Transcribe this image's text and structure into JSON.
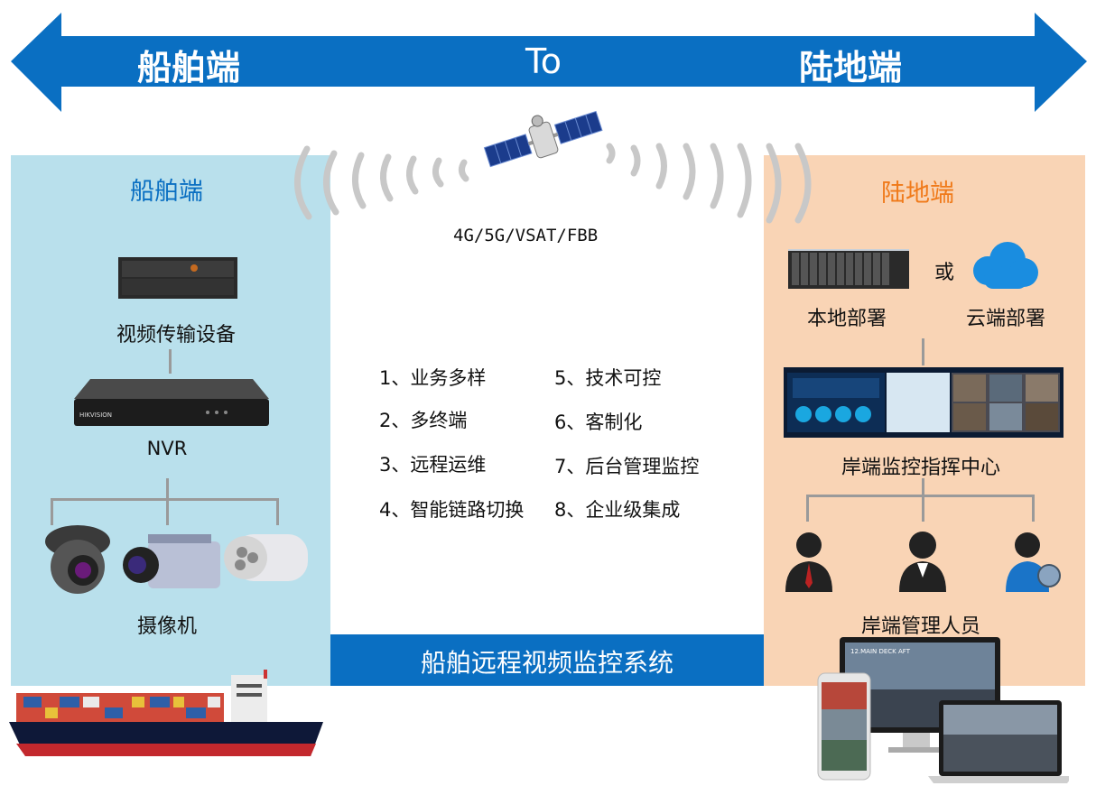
{
  "arrow": {
    "left": "船舶端",
    "center": "To",
    "right": "陆地端",
    "color": "#0a6fc2"
  },
  "link": "4G/5G/VSAT/FBB",
  "ship_panel": {
    "title": "船舶端",
    "items": [
      "视频传输设备",
      "NVR",
      "摄像机"
    ],
    "bg": "#b9e0ec"
  },
  "shore_panel": {
    "title": "陆地端",
    "or_text": "或",
    "deploy": [
      "本地部署",
      "云端部署"
    ],
    "center": "岸端监控指挥中心",
    "staff": "岸端管理人员",
    "bg": "#f9d4b5"
  },
  "features": [
    "1、业务多样",
    "2、多终端",
    "3、远程运维",
    "4、智能链路切换",
    "5、技术可控",
    "6、客制化",
    "7、后台管理监控",
    "8、企业级集成"
  ],
  "system_title": "船舶远程视频监控系统",
  "colors": {
    "blue": "#0a6fc2",
    "orange": "#f07a1a"
  },
  "icons": [
    "satellite-icon",
    "server-icon",
    "cloud-icon",
    "nvr-icon",
    "camera-icon",
    "person-icon",
    "ship-icon",
    "monitor-icon"
  ]
}
